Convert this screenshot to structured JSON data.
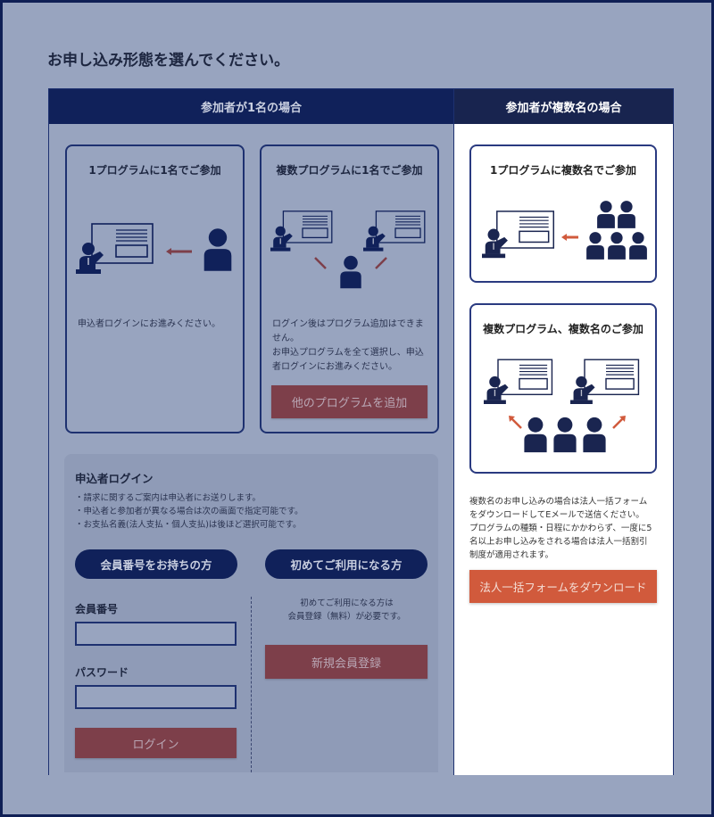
{
  "page_title": "お申し込み形態を選んでください。",
  "single": {
    "header": "参加者が1名の場合",
    "card1": {
      "title": "1プログラムに1名でご参加",
      "text": "申込者ログインにお進みください。"
    },
    "card2": {
      "title": "複数プログラムに1名でご参加",
      "text": "ログイン後はプログラム追加はできま\nせん。\nお申込プログラムを全て選択し、申込\n者ログインにお進みください。",
      "button": "他のプログラムを追加"
    },
    "login": {
      "title": "申込者ログイン",
      "notes": [
        "・請求に関するご案内は申込者にお送りします。",
        "・申込者と参加者が異なる場合は次の画面で指定可能です。",
        "・お支払名義(法人支払・個人支払)は後ほど選択可能です。"
      ],
      "member_tab": "会員番号をお持ちの方",
      "new_tab": "初めてご利用になる方",
      "member_label": "会員番号",
      "member_value": "",
      "password_label": "パスワード",
      "password_value": "",
      "login_button": "ログイン",
      "new_note": "初めてご利用になる方は\n会員登録（無料）が必要です。",
      "register_button": "新規会員登録"
    }
  },
  "multiple": {
    "header": "参加者が複数名の場合",
    "card1": {
      "title": "1プログラムに複数名でご参加"
    },
    "card2": {
      "title": "複数プログラム、複数名のご参加"
    },
    "description": "複数名のお申し込みの場合は法人一括フォーム\nをダウンロードしてEメールで送信ください。\nプログラムの種類・日程にかかわらず、一度に5\n名以上お申し込みをされる場合は法人一括割引\n制度が適用されます。",
    "download_button": "法人一括フォームをダウンロード"
  },
  "colors": {
    "navy": "#10215a",
    "red_dimmed": "#7d3f4a",
    "orange": "#d15a3c"
  }
}
